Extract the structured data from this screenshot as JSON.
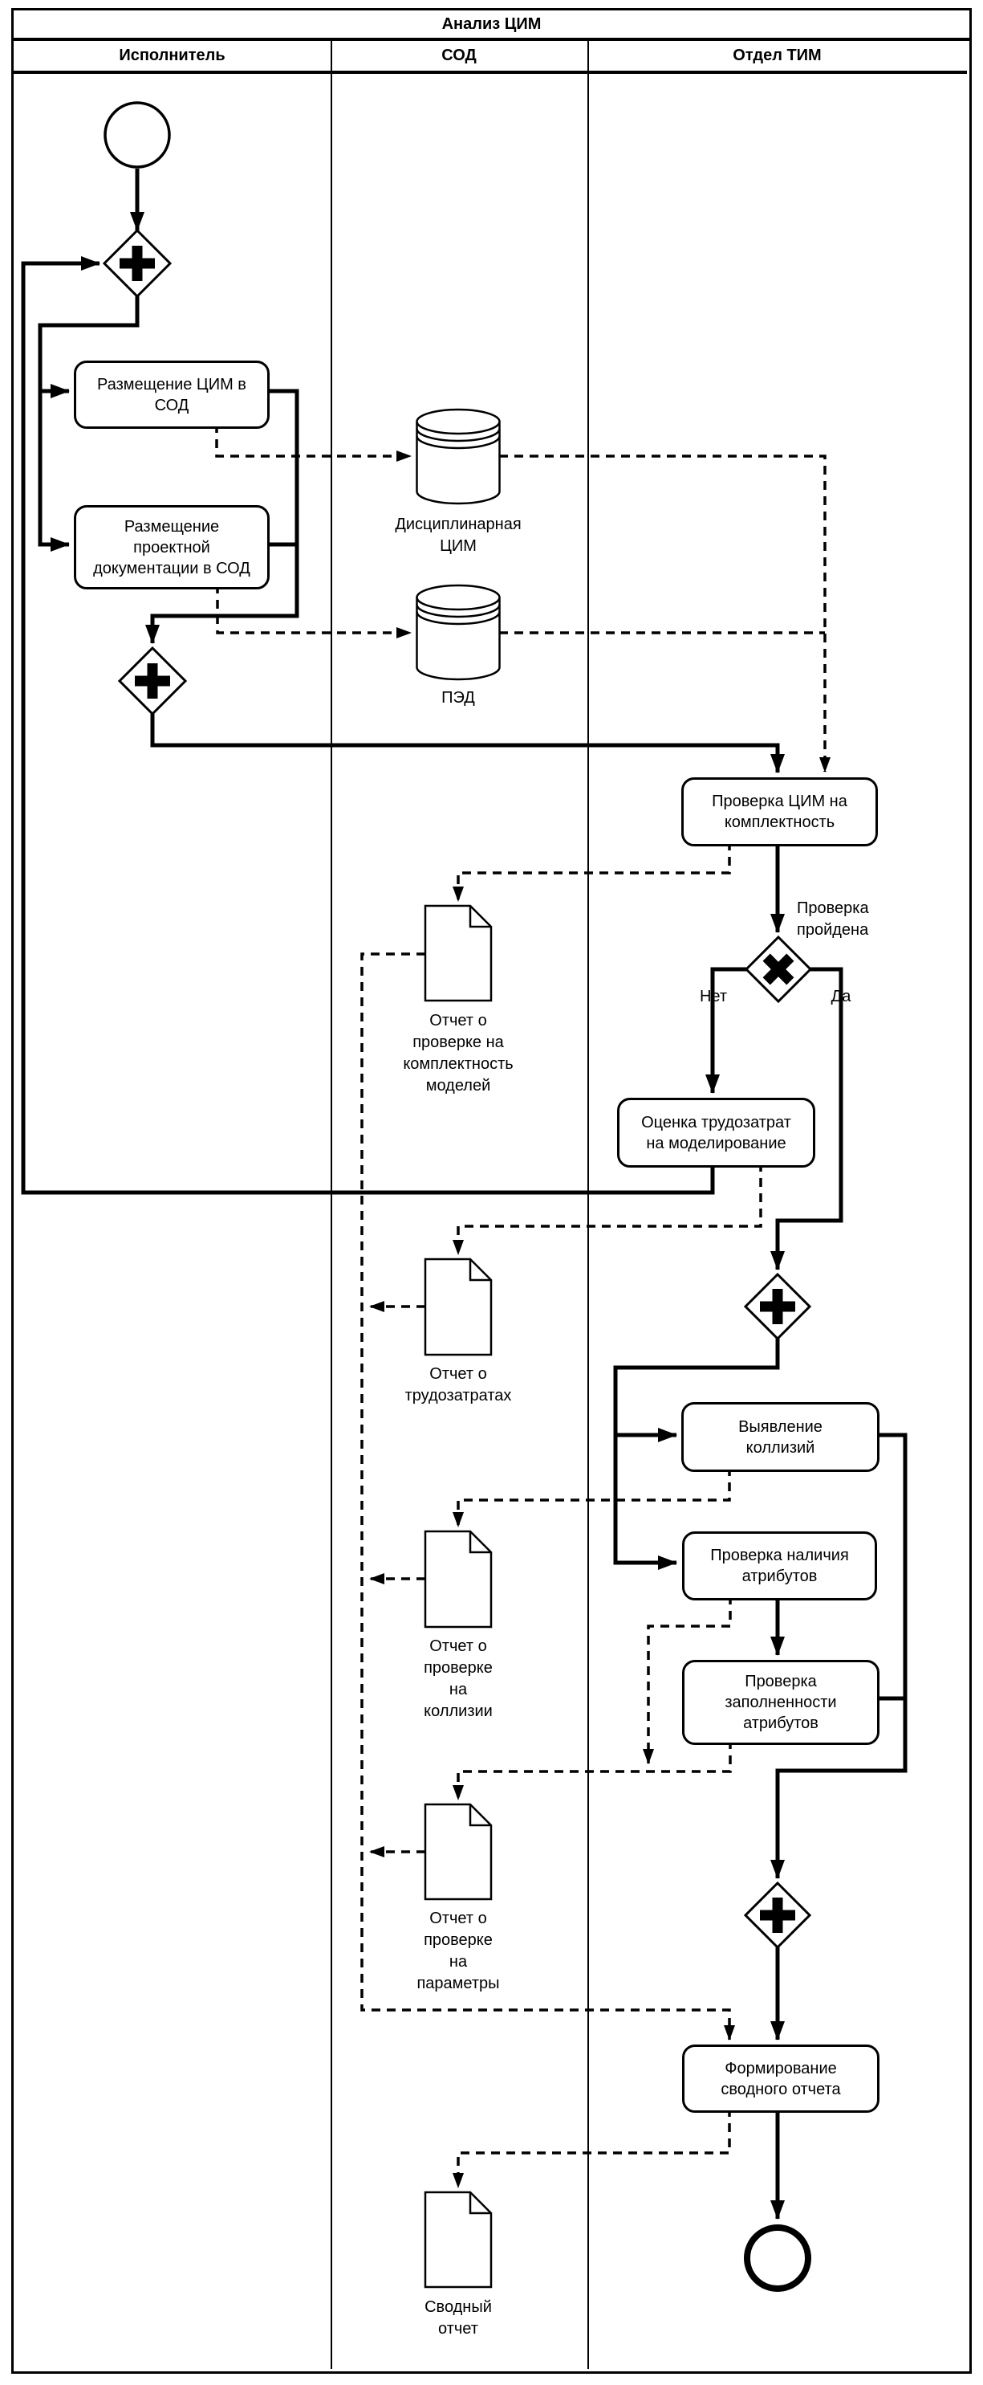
{
  "colors": {
    "ink": "#000000",
    "paper": "#ffffff"
  },
  "pool": {
    "title": "Анализ ЦИМ",
    "lanes": [
      {
        "label": "Исполнитель"
      },
      {
        "label": "СОД"
      },
      {
        "label": "Отдел ТИМ"
      }
    ]
  },
  "nodes": {
    "start_event": {
      "type": "start-event"
    },
    "gateway_split_1": {
      "type": "parallel-gateway"
    },
    "task_place_cim": {
      "lines": [
        "Размещение ЦИМ в",
        "СОД"
      ]
    },
    "task_place_docs": {
      "lines": [
        "Размещение",
        "проектной",
        "документации в СОД"
      ]
    },
    "db_disciplinary_cim": {
      "lines": [
        "Дисциплинарная",
        "ЦИМ"
      ]
    },
    "db_ped": {
      "lines": [
        "ПЭД"
      ]
    },
    "gateway_join_1": {
      "type": "parallel-gateway"
    },
    "task_check_completeness": {
      "lines": [
        "Проверка ЦИМ на",
        "комплектность"
      ]
    },
    "gateway_decision": {
      "type": "exclusive-gateway"
    },
    "task_estimate_labor": {
      "lines": [
        "Оценка трудозатрат",
        "на моделирование"
      ]
    },
    "doc_completeness_report": {
      "lines": [
        "Отчет о",
        "проверке на",
        "комплектность",
        "моделей"
      ]
    },
    "doc_labor_report": {
      "lines": [
        "Отчет о",
        "трудозатратах"
      ]
    },
    "gateway_split_2": {
      "type": "parallel-gateway"
    },
    "task_detect_collisions": {
      "lines": [
        "Выявление",
        "коллизий"
      ]
    },
    "task_check_attr_presence": {
      "lines": [
        "Проверка наличия",
        "атрибутов"
      ]
    },
    "task_check_attr_filled": {
      "lines": [
        "Проверка",
        "заполненности",
        "атрибутов"
      ]
    },
    "doc_collision_report": {
      "lines": [
        "Отчет о",
        "проверке",
        "на",
        "коллизии"
      ]
    },
    "doc_params_report": {
      "lines": [
        "Отчет о",
        "проверке",
        "на",
        "параметры"
      ]
    },
    "gateway_join_2": {
      "type": "parallel-gateway"
    },
    "task_summary_report": {
      "lines": [
        "Формирование",
        "сводного отчета"
      ]
    },
    "doc_summary": {
      "lines": [
        "Сводный",
        "отчет"
      ]
    },
    "end_event": {
      "type": "end-event"
    }
  },
  "edge_labels": {
    "decision_question": {
      "lines": [
        "Проверка",
        "пройдена"
      ]
    },
    "no": "Нет",
    "yes": "Да"
  }
}
